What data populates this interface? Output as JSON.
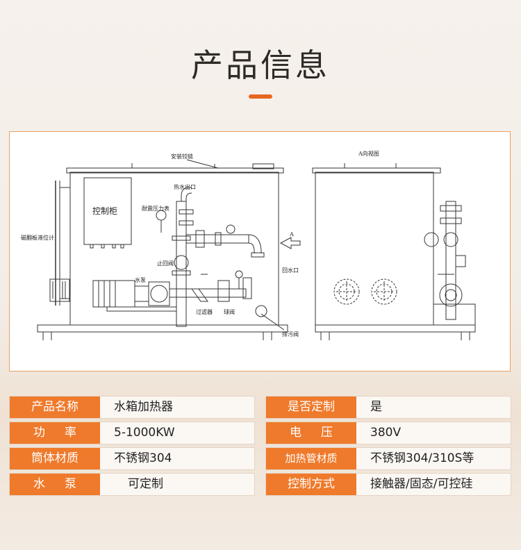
{
  "header": {
    "title": "产品信息"
  },
  "drawing": {
    "labels": {
      "hinge": "安装铰链",
      "hot_water_outlet": "热水出口",
      "gauge": "耐震压力表",
      "control_cabinet": "控制柜",
      "level_gauge": "磁翻板液位计",
      "check_valve": "止回阀",
      "pump": "水泵",
      "filter": "过滤器",
      "ball_valve": "球阀",
      "return_inlet": "回水口",
      "drain_valve": "排污阀",
      "direction_arrow": "A",
      "view_a": "A向视图"
    }
  },
  "specs": {
    "left": [
      {
        "label": "产品名称",
        "value": "水箱加热器"
      },
      {
        "label": "功率",
        "value": "5-1000KW"
      },
      {
        "label": "筒体材质",
        "value": "不锈钢304"
      },
      {
        "label": "水泵",
        "value": "可定制"
      }
    ],
    "right": [
      {
        "label": "是否定制",
        "value": "是"
      },
      {
        "label": "电压",
        "value": "380V"
      },
      {
        "label": "加热管材质",
        "value": "不锈钢304/310S等"
      },
      {
        "label": "控制方式",
        "value": "接触器/固态/可控硅"
      }
    ]
  },
  "colors": {
    "accent": "#ef7a2b",
    "frame_border": "#e8a066"
  }
}
